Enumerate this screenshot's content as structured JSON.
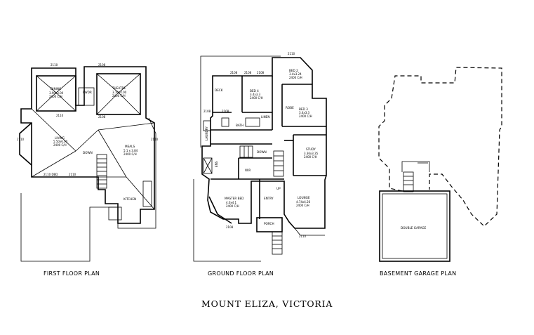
{
  "title": "MOUNT ELIZA, VICTORIA",
  "plans": {
    "first": {
      "caption": "FIRST FLOOR PLAN",
      "rooms": {
        "dining": "DINING",
        "dining_size": "3.90x3.00",
        "dining_ceiling": "2400 C/H",
        "theatre": "THEATRE",
        "theatre_size": "3.10x4.00",
        "theatre_ceiling": "2400 C/H",
        "pwdr": "PWDR",
        "living": "LIVING",
        "living_size": "5.50x6.00",
        "living_ceiling": "2400 C/H",
        "meals": "MEALS",
        "meals_size": "5.1 x 3.84",
        "meals_ceiling": "2400 C/H",
        "kitchen": "KITCHEN",
        "down": "DOWN"
      },
      "dims": {
        "d1": "2110",
        "d2": "2108",
        "d3": "2108",
        "d4": "2110",
        "d5": "2110 DBD",
        "d6": "2110",
        "d7": "2110",
        "d8": "2110"
      }
    },
    "ground": {
      "caption": "GROUND FLOOR PLAN",
      "rooms": {
        "deck": "DECK",
        "bed4": "BED 4",
        "bed4_size": "3.4x3.3",
        "bed4_ceiling": "2400 C/H",
        "bed2": "BED 2",
        "bed2_size": "3.4x3.24",
        "bed2_ceiling": "2400 C/H",
        "bed3": "BED 3",
        "bed3_size": "3.4x3.3",
        "bed3_ceiling": "2400 C/H",
        "robe": "ROBE",
        "bath": "BATH",
        "linen": "LINEN",
        "laundry": "LAUNDRY",
        "study": "STUDY",
        "study_size": "3.36x3.35",
        "study_ceiling": "2400 C/H",
        "down": "DOWN",
        "up": "UP",
        "wir": "WIR",
        "ens": "ENS",
        "master": "MASTER BED",
        "master_size": "4.0x4.1",
        "master_ceiling": "2400 C/H",
        "entry": "ENTRY",
        "porch": "PORCH",
        "lounge": "LOUNGE",
        "lounge_size": "4.74x4.26",
        "lounge_ceiling": "2400 C/H"
      },
      "dims": {
        "d1": "2110",
        "d2": "2108",
        "d3": "2108",
        "d4": "2108",
        "d5": "2108",
        "d6": "2108",
        "d7": "2110",
        "d8": "2108"
      }
    },
    "basement": {
      "caption": "BASEMENT GARAGE PLAN",
      "rooms": {
        "garage": "DOUBLE GARAGE"
      }
    }
  }
}
